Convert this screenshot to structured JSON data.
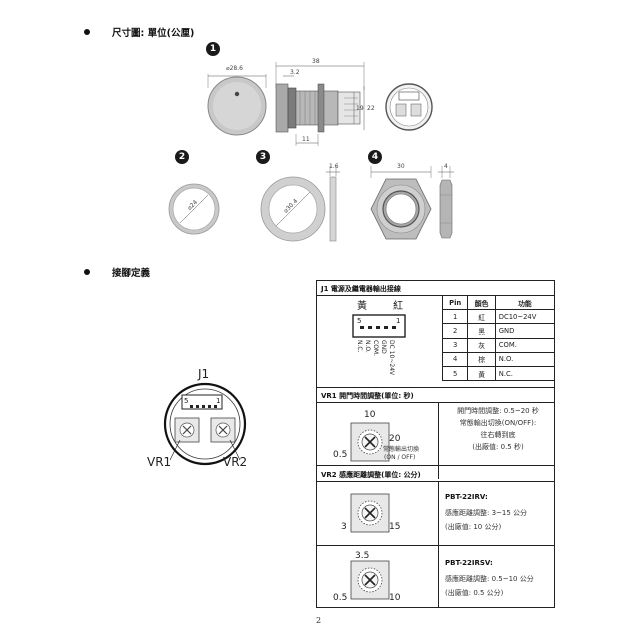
{
  "section1": {
    "heading": "尺寸圖: 單位(公厘)"
  },
  "section2": {
    "heading": "接腳定義"
  },
  "markers": [
    "1",
    "2",
    "3",
    "4"
  ],
  "dims": {
    "fig1_diameter": "⌀28.6",
    "fig1_length": "38",
    "fig1_flange": "3.2",
    "fig1_h1": "19",
    "fig1_h2": "22",
    "fig1_thread": "11",
    "fig2_diameter": "⌀24",
    "fig3_diameter": "⌀30.4",
    "fig3_thickness": "1.6",
    "fig4_width": "30",
    "fig4_thickness": "4"
  },
  "connector": {
    "label": "J1",
    "pin5": "5",
    "pin1": "1",
    "vr1": "VR1",
    "vr2": "VR2"
  },
  "panel": {
    "j1_title": "J1 電源及繼電器輸出接線",
    "wire_yellow": "黃",
    "wire_red": "紅",
    "pin_high": "5",
    "pin_low": "1",
    "pin_labels": [
      "N.C.",
      "N.O.",
      "COM.",
      "GND",
      "DC 10~24V"
    ],
    "table_headers": [
      "Pin",
      "顏色",
      "功能"
    ],
    "table_rows": [
      [
        "1",
        "紅",
        "DC10~24V"
      ],
      [
        "2",
        "黑",
        "GND"
      ],
      [
        "3",
        "灰",
        "COM."
      ],
      [
        "4",
        "棕",
        "N.O."
      ],
      [
        "5",
        "黃",
        "N.C."
      ]
    ],
    "vr1_title": "VR1 開門時間調整(單位: 秒)",
    "vr1_dial_top": "10",
    "vr1_dial_right": "20",
    "vr1_dial_left": "0.5",
    "vr1_dial_note1": "常態輸出切換",
    "vr1_dial_note2": "(ON / OFF)",
    "vr1_info": [
      "開門時間調整: 0.5~20 秒",
      "常態輸出切換(ON/OFF):",
      "往右轉到底",
      "(出廠值: 0.5 秒)"
    ],
    "vr2_title": "VR2 感應距離調整(單位: 公分)",
    "vr2a_dial_left": "3",
    "vr2a_dial_right": "15",
    "vr2a_model": "PBT-22IRV:",
    "vr2a_info": [
      "感應距離調整: 3~15 公分",
      "(出廠值: 10 公分)"
    ],
    "vr2b_dial_top": "3.5",
    "vr2b_dial_left": "0.5",
    "vr2b_dial_right": "10",
    "vr2b_model": "PBT-22IRSV:",
    "vr2b_info": [
      "感應距離調整: 0.5~10 公分",
      "(出廠值: 0.5 公分)"
    ]
  },
  "page_number": "2"
}
